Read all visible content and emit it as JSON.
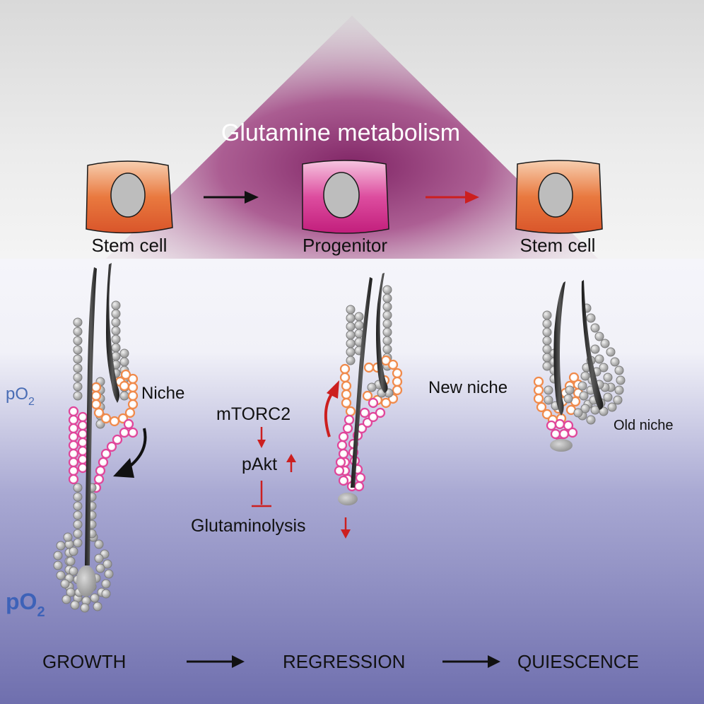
{
  "header": {
    "banner_title": "Glutamine metabolism",
    "cells": [
      {
        "label": "Stem cell",
        "color": "#e0683a"
      },
      {
        "label": "Progenitor",
        "color": "#d6338a"
      },
      {
        "label": "Stem cell",
        "color": "#e0683a"
      }
    ],
    "arrow_colors": [
      "#111111",
      "#cc1f1f"
    ]
  },
  "oxygen": {
    "low_label": "pO",
    "low_sub": "2",
    "high_label": "pO",
    "high_sub": "2",
    "low_color": "#4a6db5",
    "high_color": "#3d62b8"
  },
  "growth_follicle": {
    "niche_label": "Niche"
  },
  "regression_pathway": {
    "mtorc2": "mTORC2",
    "pakt": "pAkt",
    "glutaminolysis": "Glutaminolysis",
    "arrow_color": "#cc1f1f"
  },
  "quiescence_follicle": {
    "new_niche_label": "New niche",
    "old_niche_label": "Old niche"
  },
  "cell_colors": {
    "stem_gray": "#b4b4b4",
    "orange_niche": "#f08a4b",
    "magenta_progenitor": "#e0459a",
    "hair_shaft": "#2b2b2b"
  },
  "stages": {
    "labels": [
      "GROWTH",
      "REGRESSION",
      "QUIESCENCE"
    ]
  }
}
